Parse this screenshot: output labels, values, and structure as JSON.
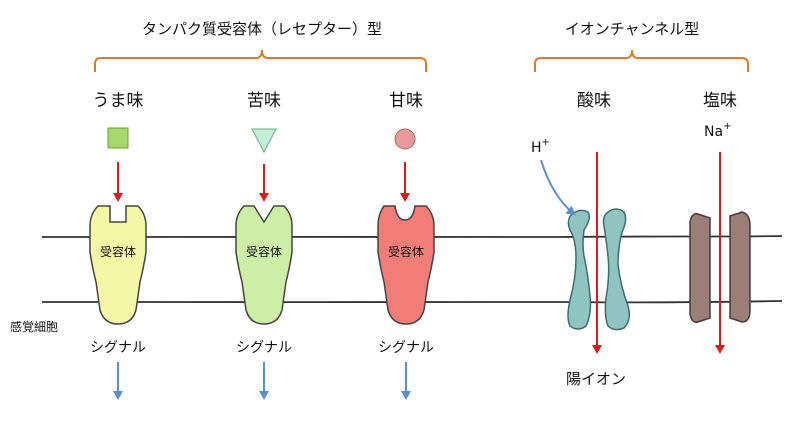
{
  "groups": {
    "protein": "タンパク質受容体（レセプター）型",
    "channel": "イオンチャンネル型"
  },
  "receptor_label": "受容体",
  "signal_label": "シグナル",
  "cell_label": "感覚細胞",
  "tastes": {
    "umami": "うま味",
    "bitter": "苦味",
    "sweet": "甘味",
    "sour": "酸味",
    "salty": "塩味"
  },
  "ions": {
    "hydrogen": "H",
    "sodium": "Na",
    "plus": "+",
    "cation_label": "陽イオン"
  },
  "colors": {
    "bracket": "#e07a2e",
    "arrow_red": "#d42020",
    "arrow_blue": "#5b8fd0",
    "membrane": "#333333",
    "umami_receptor": "#f4f7a6",
    "bitter_receptor": "#cdeea6",
    "sweet_receptor": "#f07d77",
    "sour_channel": "#8fc4c0",
    "salty_channel": "#9a7e78"
  },
  "icons": {
    "umami": "green-square",
    "bitter": "green-triangle",
    "sweet": "pink-circle"
  }
}
